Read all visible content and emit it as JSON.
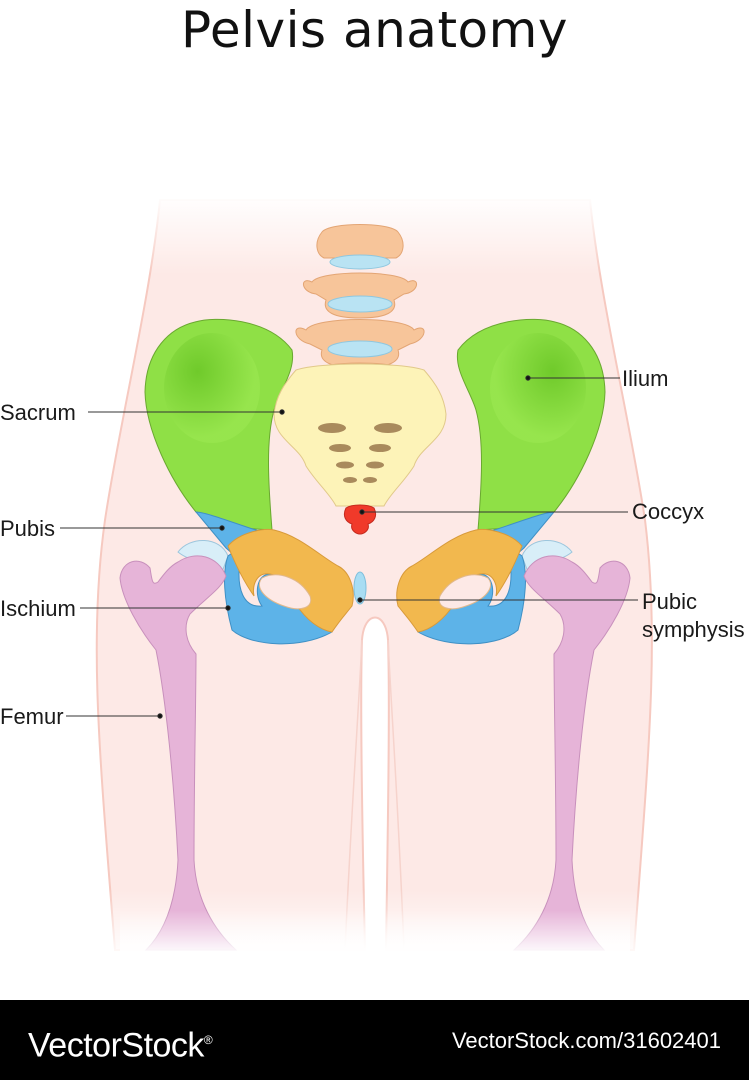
{
  "title": "Pelvis anatomy",
  "labels": {
    "ilium": "Ilium",
    "sacrum": "Sacrum",
    "coccyx": "Coccyx",
    "pubis": "Pubis",
    "ischium": "Ischium",
    "pubic_symphysis_line1": "Pubic",
    "pubic_symphysis_line2": "symphysis",
    "femur": "Femur"
  },
  "colors": {
    "ilium": "#8fe046",
    "sacrum": "#fdf3b8",
    "coccyx": "#f03a2a",
    "pubis": "#f2b84e",
    "ischium": "#5db3e8",
    "femur": "#e6b4d8",
    "vertebra": "#f7c59a",
    "disc": "#b9e3f3",
    "body": "#fde9e6"
  },
  "footer": {
    "brand": "VectorStock",
    "brand_mark": "®",
    "image_id": "VectorStock.com/31602401"
  }
}
